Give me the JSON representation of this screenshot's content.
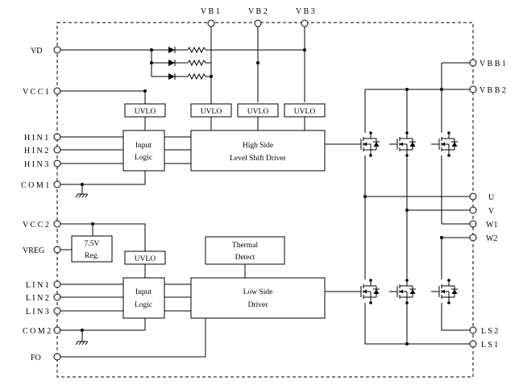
{
  "pins": {
    "vb1": "V B  1",
    "vb2": "V B  2",
    "vb3": "V B 3",
    "vd": "VD",
    "vcc1": "V C C 1",
    "hin1": "H I N 1",
    "hin2": "H I N 2",
    "hin3": "H I N 3",
    "com1": "C O M 1",
    "vcc2": "V C C 2",
    "vreg": "VREG",
    "lin1": "L I N 1",
    "lin2": "L I N 2",
    "lin3": "L I N 3",
    "com2": "C O M 2",
    "fo": "FO",
    "vbb1": "V B B  1",
    "vbb2": "V B B  2",
    "u": "U",
    "v": "V",
    "w1": "W1",
    "w2": "W2",
    "ls2": "L S 2",
    "ls1": "L S 1"
  },
  "blocks": {
    "uvlo": "UVLO",
    "input_line1": "Input",
    "input_line2": "Logic",
    "high_side_line1": "High Side",
    "high_side_line2": "Level Shift Driver",
    "low_side_line1": "Low Side",
    "low_side_line2": "Driver",
    "thermal_line1": "Thermal",
    "thermal_line2": "Detect",
    "reg_line1": "7.5V",
    "reg_line2": "Reg."
  }
}
